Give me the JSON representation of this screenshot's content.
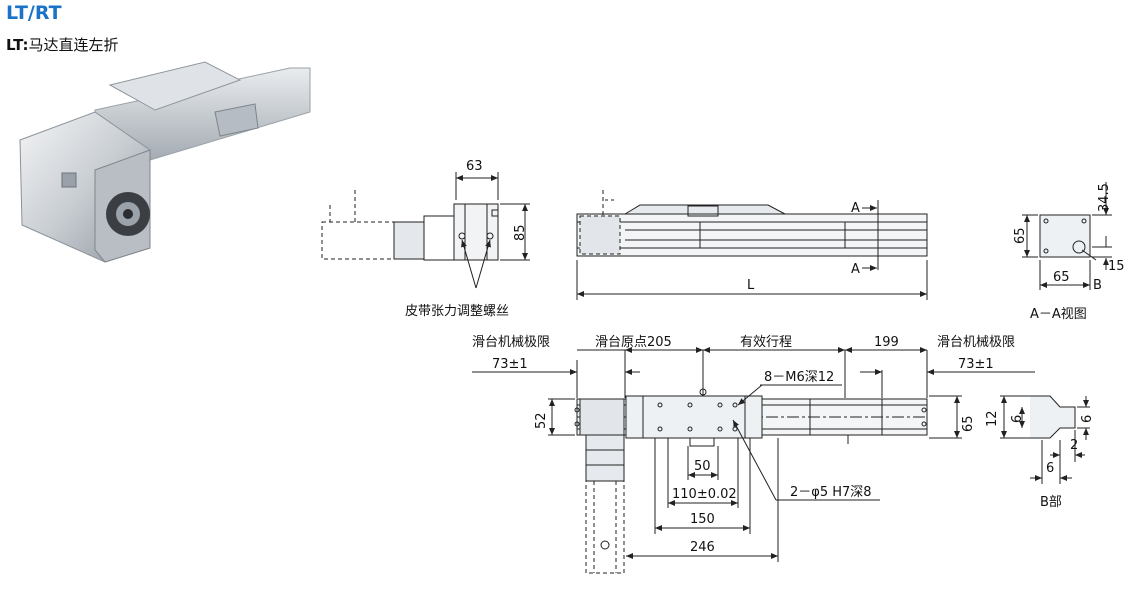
{
  "header": {
    "title": "LT/RT",
    "subtitle_code": "LT:",
    "subtitle_text": "马达直连左折"
  },
  "top_views": {
    "side_dims": {
      "width_63": "63",
      "height_85": "85"
    },
    "belt_note": "皮带张力调整螺丝",
    "front_dims": {
      "section_a1": "A",
      "section_a2": "A",
      "length": "L"
    },
    "section_view": {
      "dim_65_v": "65",
      "dim_65_h": "65",
      "dim_34_5": "34.5",
      "dim_15": "15",
      "ref_b": "B",
      "caption": "A－A视图"
    }
  },
  "bottom_view": {
    "left_limit_label": "滑台机械极限",
    "left_limit_value": "73±1",
    "origin_label": "滑台原点205",
    "stroke_label": "有效行程",
    "dim_199": "199",
    "right_limit_label": "滑台机械极限",
    "right_limit_value": "73±1",
    "m6_note": "8－M6深12",
    "dim_52": "52",
    "dim_65": "65",
    "dim_50": "50",
    "dim_110": "110±0.02",
    "dim_150": "150",
    "dim_246": "246",
    "pin_note": "2－φ5 H7深8"
  },
  "detail_b": {
    "dim_12": "12",
    "dim_6a": "6",
    "dim_6b": "6",
    "dim_2": "2",
    "dim_6c": "6",
    "caption": "B部"
  },
  "colors": {
    "title": "#1a73c7",
    "line": "#222222",
    "part_fill": "#d8dde2"
  }
}
